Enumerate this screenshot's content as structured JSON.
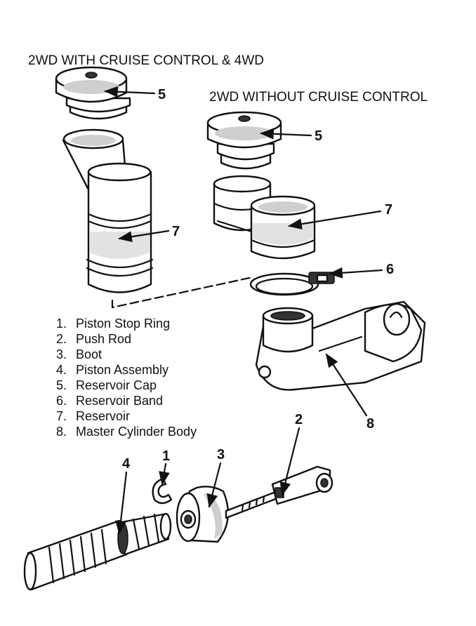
{
  "captions": {
    "left": "2WD WITH CRUISE CONTROL & 4WD",
    "right": "2WD WITHOUT CRUISE CONTROL"
  },
  "callouts": {
    "c1": "1",
    "c2": "2",
    "c3": "3",
    "c4": "4",
    "c5_left": "5",
    "c5_right": "5",
    "c6": "6",
    "c7_left": "7",
    "c7_right": "7",
    "c8": "8"
  },
  "legend": [
    {
      "num": "1.",
      "label": "Piston Stop Ring"
    },
    {
      "num": "2.",
      "label": "Push Rod"
    },
    {
      "num": "3.",
      "label": "Boot"
    },
    {
      "num": "4.",
      "label": "Piston Assembly"
    },
    {
      "num": "5.",
      "label": "Reservoir Cap"
    },
    {
      "num": "6.",
      "label": "Reservoir Band"
    },
    {
      "num": "7.",
      "label": "Reservoir"
    },
    {
      "num": "8.",
      "label": "Master Cylinder Body"
    }
  ]
}
